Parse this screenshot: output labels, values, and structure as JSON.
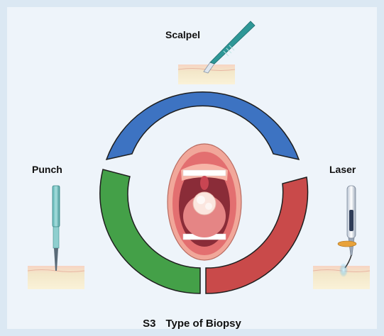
{
  "labels": {
    "top": "Scalpel",
    "left": "Punch",
    "right": "Laser"
  },
  "caption": {
    "number": "S3",
    "title": "Type of Biopsy"
  },
  "colors": {
    "top_segment": "#3d73c2",
    "left_segment": "#44a048",
    "right_segment": "#c94a4a",
    "segment_stroke": "#1e1e1e",
    "background": "#eef4fa"
  },
  "icons": {
    "center": "open-mouth-icon",
    "top": "scalpel-icon",
    "left": "punch-biopsy-icon",
    "right": "laser-pen-icon"
  }
}
